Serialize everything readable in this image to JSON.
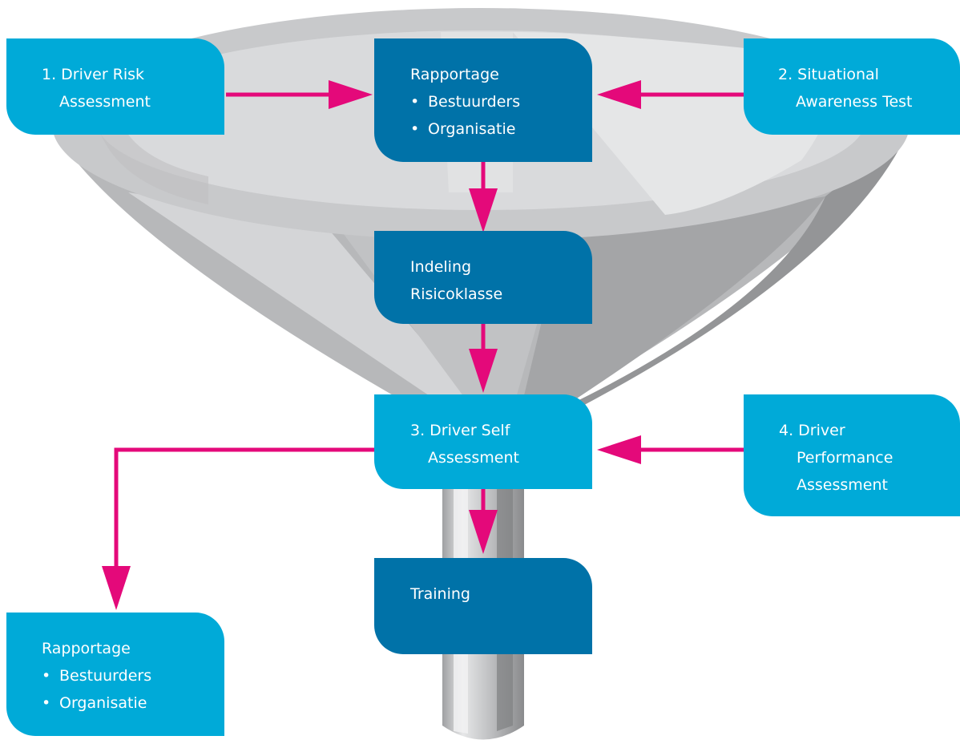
{
  "colors": {
    "light_box": "#00aad8",
    "dark_box": "#0072a8",
    "arrow": "#e4097a",
    "funnel_rim": "#c8c9cb",
    "funnel_inner": "#d9dadc",
    "funnel_body": "#b5b6b8",
    "funnel_shadow": "#8e8f91"
  },
  "boxes": {
    "driver_risk": {
      "line1": "1. Driver Risk",
      "line2": "Assessment"
    },
    "situational": {
      "line1": "2. Situational",
      "line2": "Awareness Test"
    },
    "rapportage_top": {
      "title": "Rapportage",
      "bullet1": "Bestuurders",
      "bullet2": "Organisatie"
    },
    "indeling": {
      "line1": "Indeling",
      "line2": "Risicoklasse"
    },
    "self_assessment": {
      "line1": "3. Driver Self",
      "line2": "Assessment"
    },
    "performance": {
      "line1": "4. Driver",
      "line2": "Performance",
      "line3": "Assessment"
    },
    "training": {
      "label": "Training"
    },
    "rapportage_bottom": {
      "title": "Rapportage",
      "bullet1": "Bestuurders",
      "bullet2": "Organisatie"
    }
  }
}
